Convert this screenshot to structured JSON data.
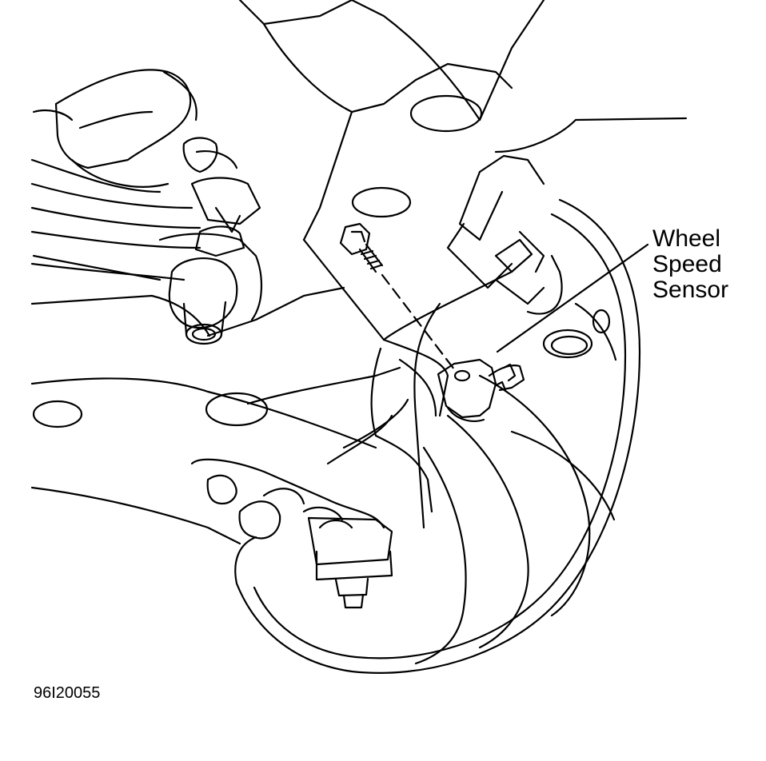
{
  "callout": {
    "line1": "Wheel",
    "line2": "Speed",
    "line3": "Sensor"
  },
  "figure_id": "96I20055",
  "colors": {
    "ink": "#000000",
    "paper": "#ffffff"
  }
}
